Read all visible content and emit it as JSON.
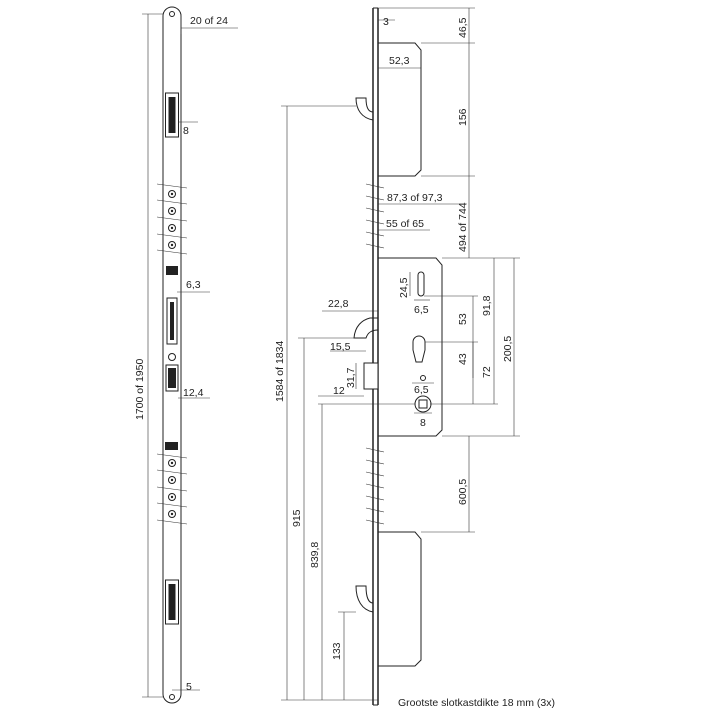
{
  "labels": {
    "rod_width": "20 of 24",
    "hook_bolt_offset": "8",
    "height_total": "1700 of 1950",
    "latch_width": "6,3",
    "deadbolt_width": "12,4",
    "bottom_offset": "5",
    "faceplate_thickness": "3",
    "top_case_offset": "46,5",
    "top_case_depth": "52,3",
    "top_case_height": "156",
    "case_center_range": "494 of 744",
    "faceplate_width_range": "87,3 of 97,3",
    "backset_range": "55 of 65",
    "slot_height": "24,5",
    "slot_width": "6,5",
    "latch_projection": "22,8",
    "latch_depth": "15,5",
    "deadbolt_height": "31,7",
    "deadbolt_offset": "12",
    "spindle_width": "6,5",
    "spindle_square": "8",
    "cylinder_to_slot": "53",
    "cylinder_to_center": "43",
    "center_to_follower": "72",
    "case_upper_part": "91,8",
    "case_total_height": "200,5",
    "bottom_lock_offset": "600,5",
    "overall_height_range": "1584 of 1834",
    "dim_915": "915",
    "dim_839": "839,8",
    "dim_133": "133",
    "caption": "Grootste slotkastdikte 18 mm (3x)"
  }
}
